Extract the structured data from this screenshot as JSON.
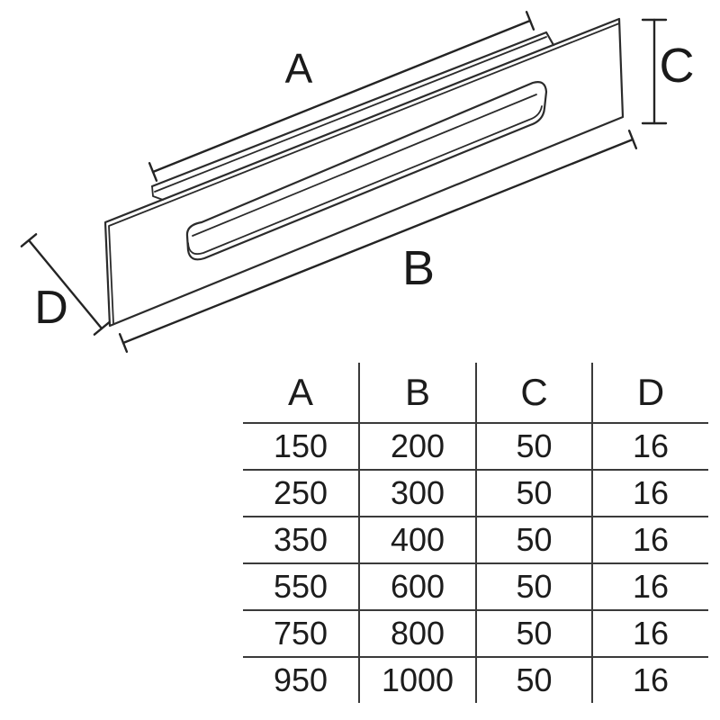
{
  "diagram": {
    "type": "isometric technical drawing of recessed pull handle profile",
    "labels": {
      "a": "A",
      "b": "B",
      "c": "C",
      "d": "D"
    },
    "line_color": "#2b2b2b",
    "text_color": "#1a1a1a",
    "background": "#ffffff"
  },
  "table": {
    "columns": [
      "A",
      "B",
      "C",
      "D"
    ],
    "rows": [
      [
        "150",
        "200",
        "50",
        "16"
      ],
      [
        "250",
        "300",
        "50",
        "16"
      ],
      [
        "350",
        "400",
        "50",
        "16"
      ],
      [
        "550",
        "600",
        "50",
        "16"
      ],
      [
        "750",
        "800",
        "50",
        "16"
      ],
      [
        "950",
        "1000",
        "50",
        "16"
      ]
    ],
    "line_color": "#3a3a3a"
  }
}
